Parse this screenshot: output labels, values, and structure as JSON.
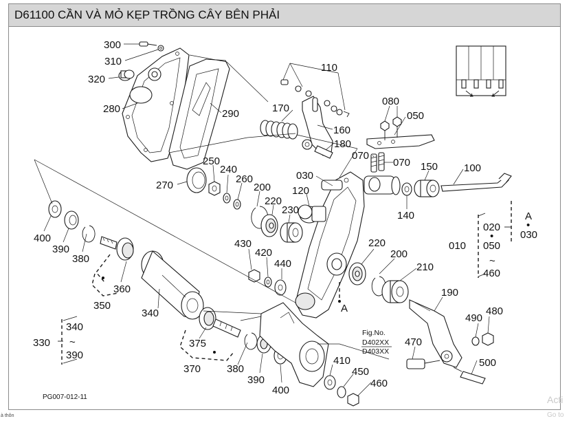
{
  "title": "D61100 CẦN VÀ MỎ KẸP TRỒNG CÂY BÊN PHẢI",
  "part_labels": {
    "p300": "300",
    "p310": "310",
    "p320": "320",
    "p280": "280",
    "p290": "290",
    "p110": "110",
    "p170": "170",
    "p160": "160",
    "p180": "180",
    "p080": "080",
    "p050": "050",
    "p070a": "070",
    "p070b": "070",
    "p030": "030",
    "p150": "150",
    "p100": "100",
    "p140": "140",
    "p120": "120",
    "p250": "250",
    "p240": "240",
    "p260": "260",
    "p270": "270",
    "p200a": "200",
    "p220a": "220",
    "p230": "230",
    "p400a": "400",
    "p390a": "390",
    "p380a": "380",
    "p360": "360",
    "p350": "350",
    "p340": "340",
    "p430": "430",
    "p420": "420",
    "p440": "440",
    "p220b": "220",
    "p200b": "200",
    "p210": "210",
    "p190": "190",
    "p490": "490",
    "p480": "480",
    "p470": "470",
    "p500": "500",
    "p410": "410",
    "p450": "450",
    "p460": "460",
    "p375": "375",
    "p370": "370",
    "p380b": "380",
    "p390b": "390",
    "p400b": "400",
    "p330": "330",
    "p340r": "340",
    "p390r": "390",
    "p010": "010",
    "p020": "020",
    "p050r": "050",
    "p460r": "460",
    "pA": "A",
    "p030r": "030",
    "markA": "A"
  },
  "fig_no": {
    "label": "Fig.No.",
    "line1": "D402XX",
    "line2": "D403XX"
  },
  "page_code": "PG007-012-11",
  "watermark": {
    "line1": "Acti",
    "line2": "Go to"
  },
  "edge_text": "à thôn"
}
